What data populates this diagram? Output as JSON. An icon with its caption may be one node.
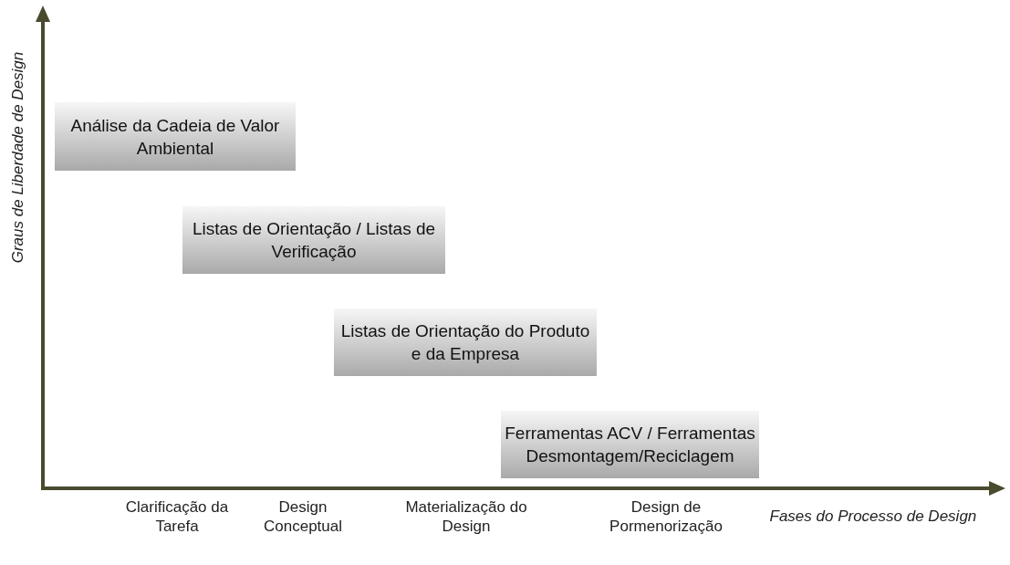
{
  "diagram": {
    "nodes": [
      {
        "text": [
          "Análise da Cadeia de Valor Ambiental"
        ]
      },
      {
        "text": [
          "Listas de Orientação / Listas de Verificação"
        ]
      },
      {
        "text": [
          "Listas de Orientação do Produto e da Empresa"
        ]
      },
      {
        "text": [
          "Ferramentas ACV / Ferramentas Desmontagem/Reciclagem"
        ]
      }
    ],
    "labels": [
      "Graus de Liberdade de Design",
      "Clarificação da Tarefa",
      "Design Conceptual",
      "Materialização do Design",
      "Design de Pormenorização",
      "Fases do Processo de Design"
    ]
  }
}
